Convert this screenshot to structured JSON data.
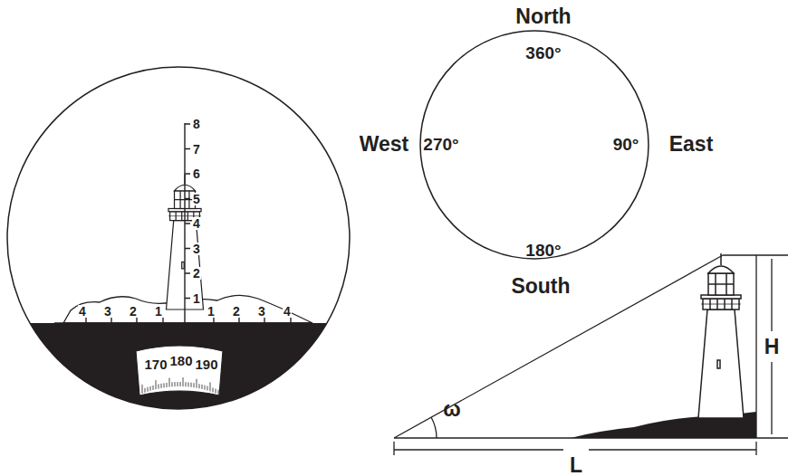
{
  "diagram": {
    "nodes": [
      {
        "text": [
          "8",
          "7",
          "6",
          "5",
          "4",
          "3",
          "2",
          "1",
          "4",
          "3",
          "2",
          "1",
          "1",
          "2",
          "3",
          "4",
          "170",
          "180",
          "190"
        ]
      },
      {
        "text": [
          "360°",
          "270°",
          "90°",
          "180°"
        ]
      }
    ],
    "labels": [
      "North",
      "West",
      "East",
      "South",
      "H",
      "ω",
      "L"
    ]
  }
}
